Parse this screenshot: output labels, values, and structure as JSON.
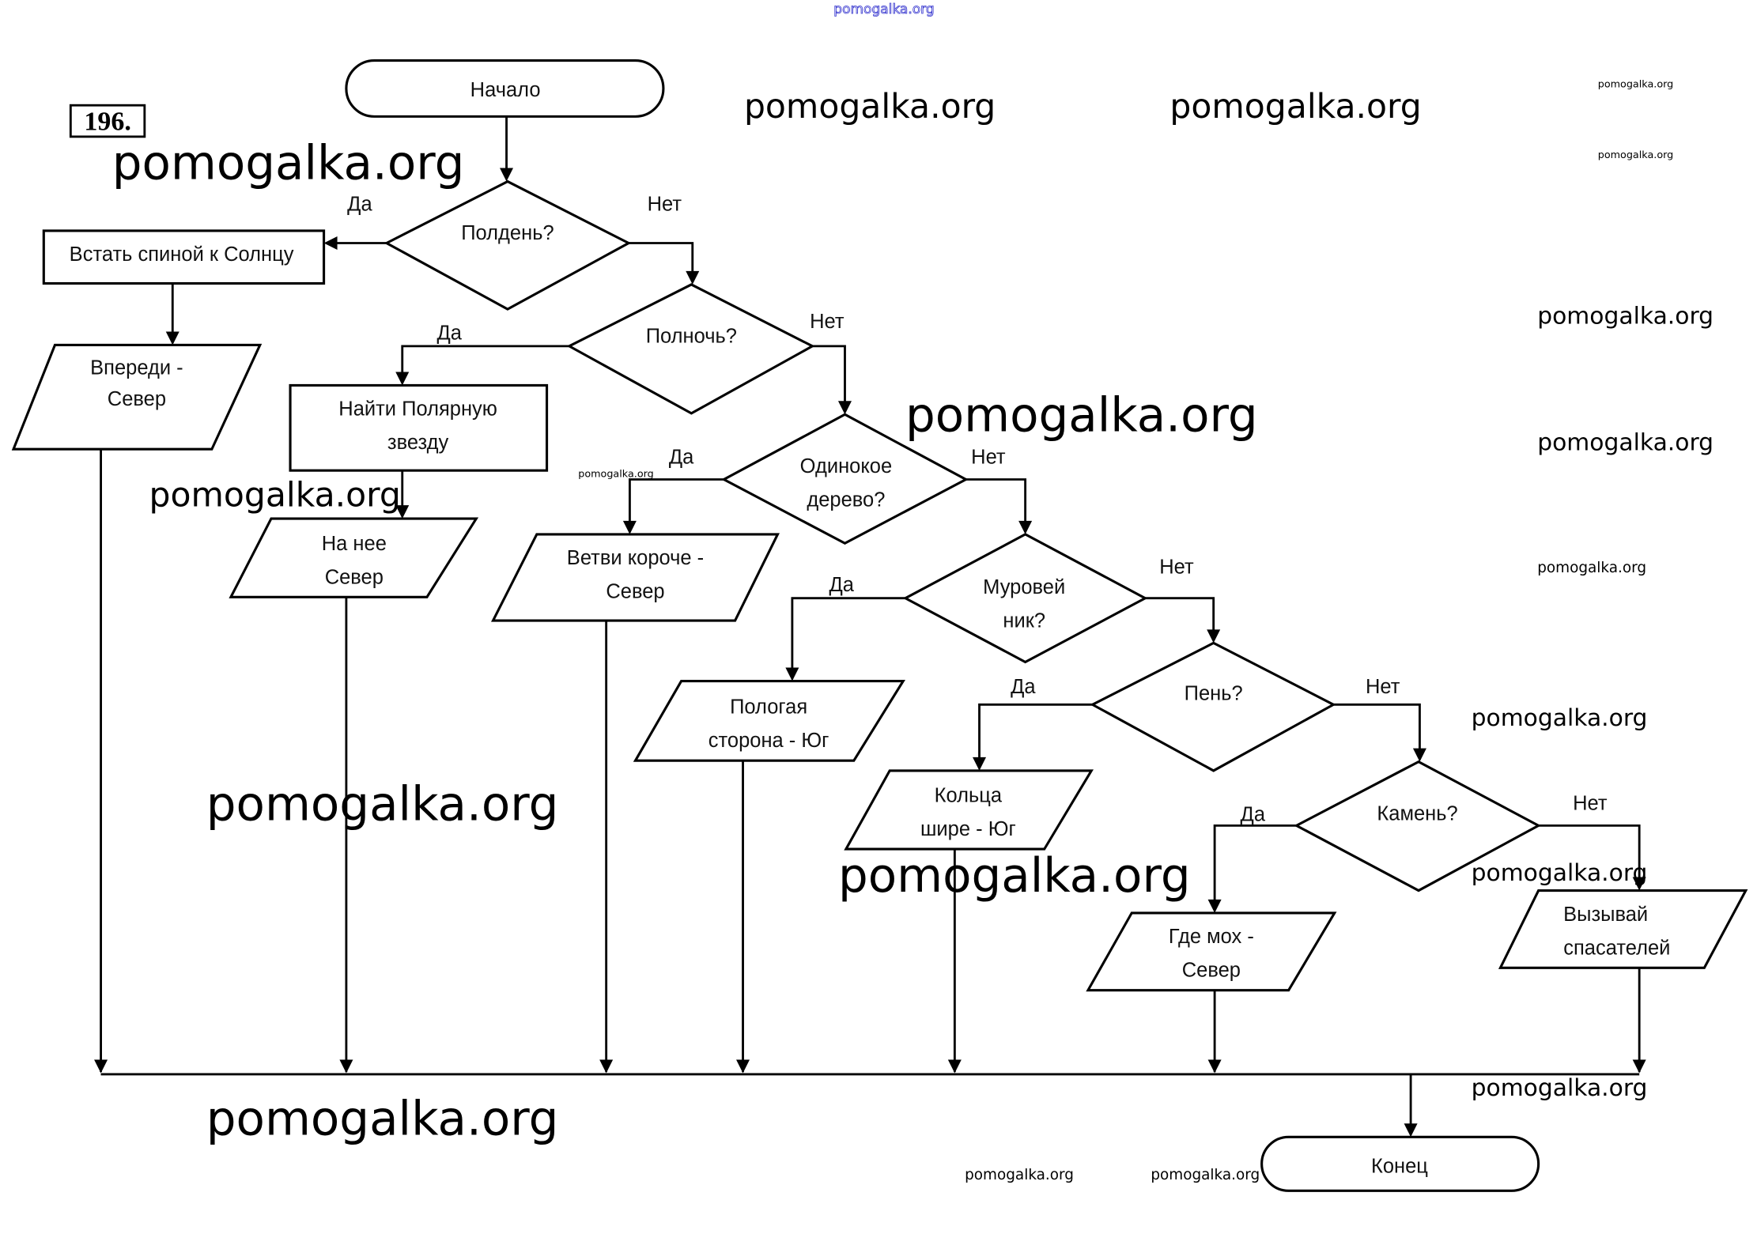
{
  "problem_number": "196.",
  "nodes": {
    "start": {
      "type": "terminator",
      "lines": [
        "Начало"
      ]
    },
    "q_noon": {
      "type": "decision",
      "lines": [
        "Полдень?"
      ]
    },
    "back_to_sun": {
      "type": "process",
      "lines": [
        "Встать спиной к Солнцу"
      ]
    },
    "ahead_north": {
      "type": "io",
      "lines": [
        "Впереди -",
        "Север"
      ]
    },
    "q_midnight": {
      "type": "decision",
      "lines": [
        "Полночь?"
      ]
    },
    "find_polaris": {
      "type": "process",
      "lines": [
        "Найти Полярную",
        "звезду"
      ]
    },
    "toward_north": {
      "type": "io",
      "lines": [
        "На нее",
        "Север"
      ]
    },
    "q_lone_tree": {
      "type": "decision",
      "lines": [
        "Одинокое",
        "дерево?"
      ]
    },
    "branches_shorter": {
      "type": "io",
      "lines": [
        "Ветви короче -",
        "Север"
      ]
    },
    "q_anthill": {
      "type": "decision",
      "lines": [
        "Муровей",
        "ник?"
      ]
    },
    "gentle_side": {
      "type": "io",
      "lines": [
        "Пологая",
        "сторона - Юг"
      ]
    },
    "q_stump": {
      "type": "decision",
      "lines": [
        "Пень?"
      ]
    },
    "rings_wider": {
      "type": "io",
      "lines": [
        "Кольца",
        "шире - Юг"
      ]
    },
    "q_stone": {
      "type": "decision",
      "lines": [
        "Камень?"
      ]
    },
    "moss_north": {
      "type": "io",
      "lines": [
        "Где мох -",
        "Север"
      ]
    },
    "call_rescuers": {
      "type": "io",
      "lines": [
        "Вызывай",
        "спасателей"
      ]
    },
    "end": {
      "type": "terminator",
      "lines": [
        "Конец"
      ]
    }
  },
  "branch_labels": {
    "yes": "Да",
    "no": "Нет"
  },
  "watermarks": {
    "site": "pomogalka.org"
  }
}
